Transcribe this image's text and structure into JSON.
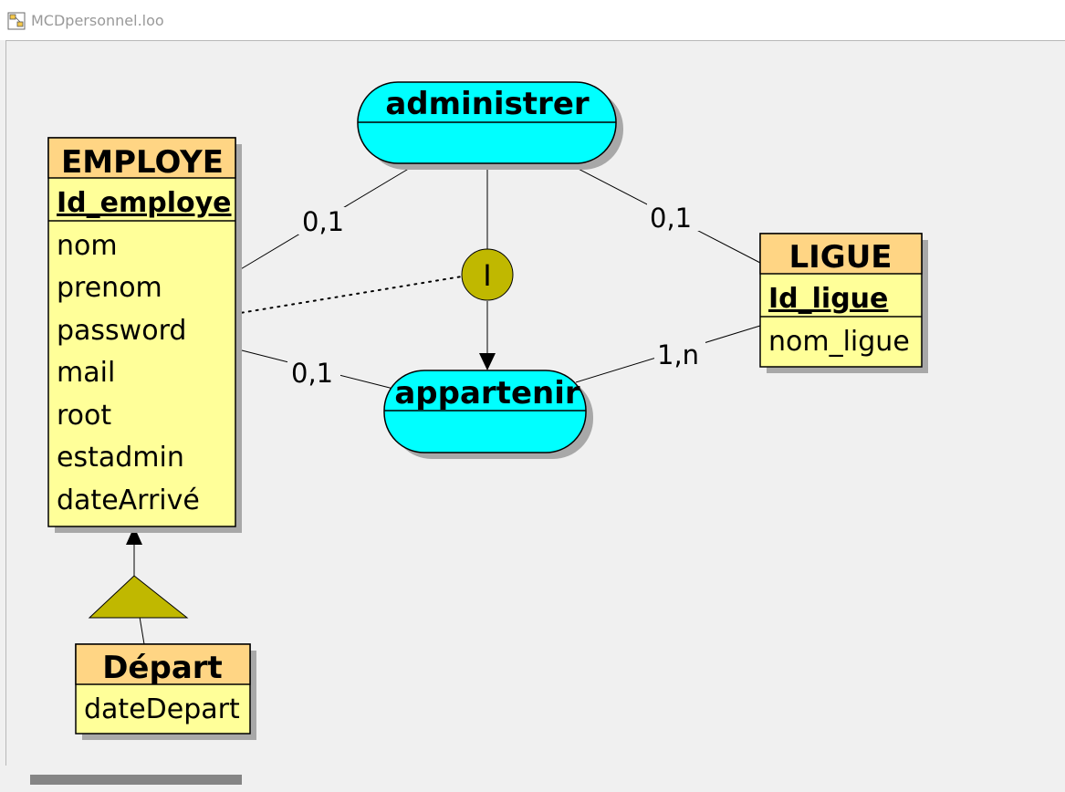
{
  "window": {
    "title": "MCDpersonnel.loo"
  },
  "diagram": {
    "entities": {
      "employe": {
        "name": "EMPLOYE",
        "key": "Id_employe",
        "attributes": [
          "nom",
          "prenom",
          "password",
          "mail",
          "root",
          "estadmin",
          "dateArrivé"
        ]
      },
      "ligue": {
        "name": "LIGUE",
        "key": "Id_ligue",
        "attributes": [
          "nom_ligue"
        ]
      },
      "depart": {
        "name": "Départ",
        "attributes": [
          "dateDepart"
        ]
      }
    },
    "associations": {
      "administrer": {
        "name": "administrer"
      },
      "appartenir": {
        "name": "appartenir"
      }
    },
    "cardinalities": {
      "employe_administrer": "0,1",
      "ligue_administrer": "0,1",
      "employe_appartenir": "0,1",
      "ligue_appartenir": "1,n"
    },
    "constraint": {
      "label": "I"
    },
    "colors": {
      "entity_header": "#ffd584",
      "entity_body": "#ffff99",
      "association": "#00ffff",
      "constraint": "#c0b800",
      "inheritance": "#c0b800",
      "shadow": "#a8a8a8",
      "background": "#f0f0f0"
    }
  }
}
